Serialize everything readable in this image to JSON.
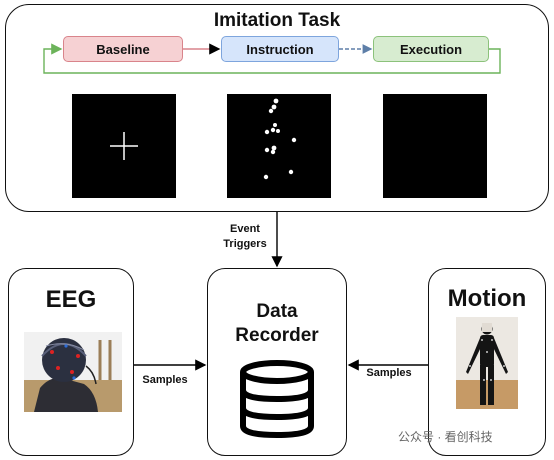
{
  "task": {
    "title": "Imitation Task",
    "stages": [
      "Baseline",
      "Instruction",
      "Execution"
    ]
  },
  "links": {
    "event_triggers": [
      "Event",
      "Triggers"
    ],
    "samples_left": "Samples",
    "samples_right": "Samples"
  },
  "eeg": {
    "title": "EEG"
  },
  "recorder": {
    "title_line1": "Data",
    "title_line2": "Recorder"
  },
  "motion": {
    "title": "Motion"
  },
  "watermark": {
    "text": "公众号 · 看创科技"
  },
  "colors": {
    "baseline_fill": "#f6d1d3",
    "baseline_border": "#d9848b",
    "instruction_fill": "#d6e5fb",
    "instruction_border": "#7ea5dd",
    "execution_fill": "#d7ecd0",
    "execution_border": "#8cc27b",
    "loop_arrow": "#6cb35a"
  }
}
